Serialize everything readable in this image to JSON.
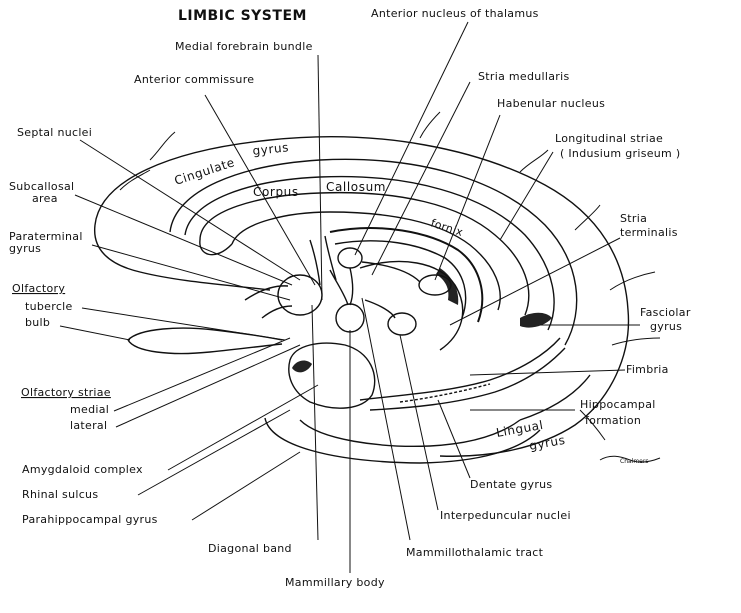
{
  "title": "LIMBIC SYSTEM",
  "labels": {
    "anterior_nucleus_thalamus": "Anterior nucleus of thalamus",
    "medial_forebrain_bundle": "Medial forebrain bundle",
    "anterior_commissure": "Anterior commissure",
    "stria_medullaris": "Stria medullaris",
    "habenular_nucleus": "Habenular nucleus",
    "septal_nuclei": "Septal nuclei",
    "longitudinal_striae": "Longitudinal striae",
    "indusium_griseum": "( Indusium griseum )",
    "subcallosal_area_1": "Subcallosal",
    "subcallosal_area_2": "area",
    "paraterminal_gyrus_1": "Paraterminal",
    "paraterminal_gyrus_2": "gyrus",
    "stria_terminalis_1": "Stria",
    "stria_terminalis_2": "terminalis",
    "olfactory": "Olfactory",
    "tubercle": "tubercle",
    "bulb": "bulb",
    "fasciolar_gyrus_1": "Fasciolar",
    "fasciolar_gyrus_2": "gyrus",
    "fimbria": "Fimbria",
    "olfactory_striae": "Olfactory striae",
    "medial": "medial",
    "lateral": "lateral",
    "hippocampal_formation_1": "Hippocampal",
    "hippocampal_formation_2": "formation",
    "amygdaloid_complex": "Amygdaloid complex",
    "rhinal_sulcus": "Rhinal sulcus",
    "dentate_gyrus": "Dentate gyrus",
    "parahippocampal_gyrus": "Parahippocampal gyrus",
    "interpeduncular_nuclei": "Interpeduncular nuclei",
    "diagonal_band": "Diagonal band",
    "mammillothalamic_tract": "Mammillothalamic tract",
    "mammillary_body": "Mammillary body"
  },
  "inner_labels": {
    "cingulate": "Cingulate",
    "gyrus": "gyrus",
    "corpus": "Corpus",
    "callosum": "Callosum",
    "fornix": "fornix",
    "lingual": "Lingual",
    "lingual_gyrus": "gyrus"
  },
  "signature": "Chalmers"
}
